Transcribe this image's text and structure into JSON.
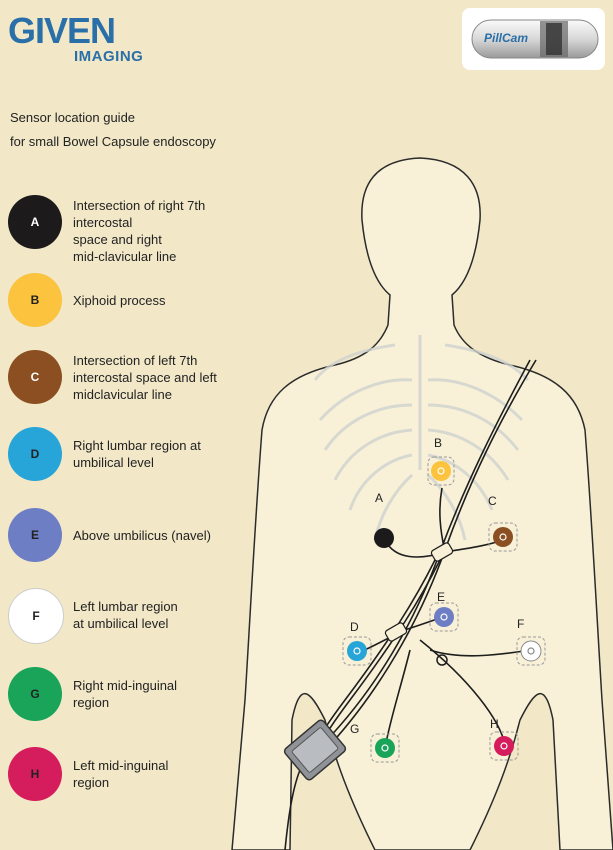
{
  "logo": {
    "brand": "GIVEN",
    "sub": "IMAGING",
    "capsule_label": "PillCam"
  },
  "caption": {
    "line1": "Sensor location guide",
    "line2": "for small Bowel Capsule endoscopy"
  },
  "legend": [
    {
      "letter": "A",
      "color": "#1c1a1b",
      "text_color": "#ffffff",
      "lines": [
        "Intersection of right 7th intercostal",
        "space and right",
        "mid-clavicular line"
      ]
    },
    {
      "letter": "B",
      "color": "#fbc33e",
      "text_color": "#222222",
      "lines": [
        "Xiphoid process"
      ]
    },
    {
      "letter": "C",
      "color": "#8b4f22",
      "text_color": "#ffffff",
      "lines": [
        "Intersection of left 7th",
        "intercostal space and left",
        "midclavicular line"
      ]
    },
    {
      "letter": "D",
      "color": "#27a4d8",
      "text_color": "#222222",
      "lines": [
        "Right lumbar region at",
        "umbilical level"
      ]
    },
    {
      "letter": "E",
      "color": "#6e7ec4",
      "text_color": "#222222",
      "lines": [
        "Above umbilicus (navel)"
      ]
    },
    {
      "letter": "F",
      "color": "#ffffff",
      "text_color": "#222222",
      "lines": [
        "Left lumbar region",
        "at umbilical level"
      ]
    },
    {
      "letter": "G",
      "color": "#19a45a",
      "text_color": "#222222",
      "lines": [
        "Right mid-inguinal",
        "region"
      ]
    },
    {
      "letter": "H",
      "color": "#d51c5c",
      "text_color": "#222222",
      "lines": [
        "Left mid-inguinal",
        "region"
      ]
    }
  ],
  "sensor_labels": {
    "A": "A",
    "B": "B",
    "C": "C",
    "D": "D",
    "E": "E",
    "F": "F",
    "G": "G",
    "H": "H"
  },
  "colors": {
    "background": "#f2e8c8",
    "body_fill": "#f8f1d8",
    "body_outline": "#2b2b2b",
    "brand_blue": "#2a6fa8"
  }
}
